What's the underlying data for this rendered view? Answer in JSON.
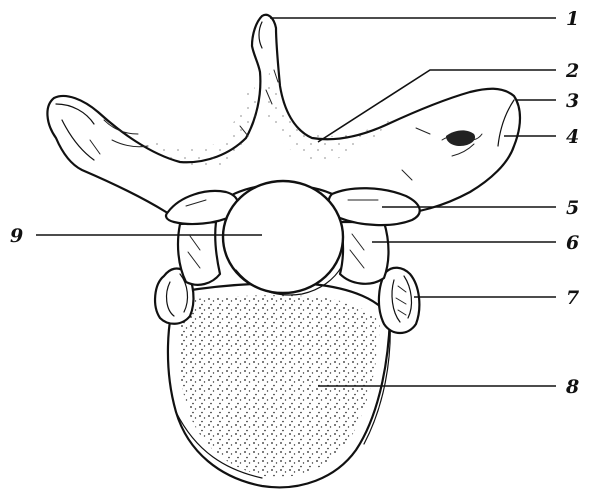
{
  "figure": {
    "labels": [
      {
        "id": "1",
        "text": "1",
        "part": "spinous process tip"
      },
      {
        "id": "2",
        "text": "2",
        "part": "lamina"
      },
      {
        "id": "3",
        "text": "3",
        "part": "transverse process tip"
      },
      {
        "id": "4",
        "text": "4",
        "part": "costal facet of transverse process"
      },
      {
        "id": "5",
        "text": "5",
        "part": "superior articular process"
      },
      {
        "id": "6",
        "text": "6",
        "part": "pedicle"
      },
      {
        "id": "7",
        "text": "7",
        "part": "superior costal facet"
      },
      {
        "id": "8",
        "text": "8",
        "part": "vertebral body"
      },
      {
        "id": "9",
        "text": "9",
        "part": "vertebral foramen"
      }
    ]
  }
}
